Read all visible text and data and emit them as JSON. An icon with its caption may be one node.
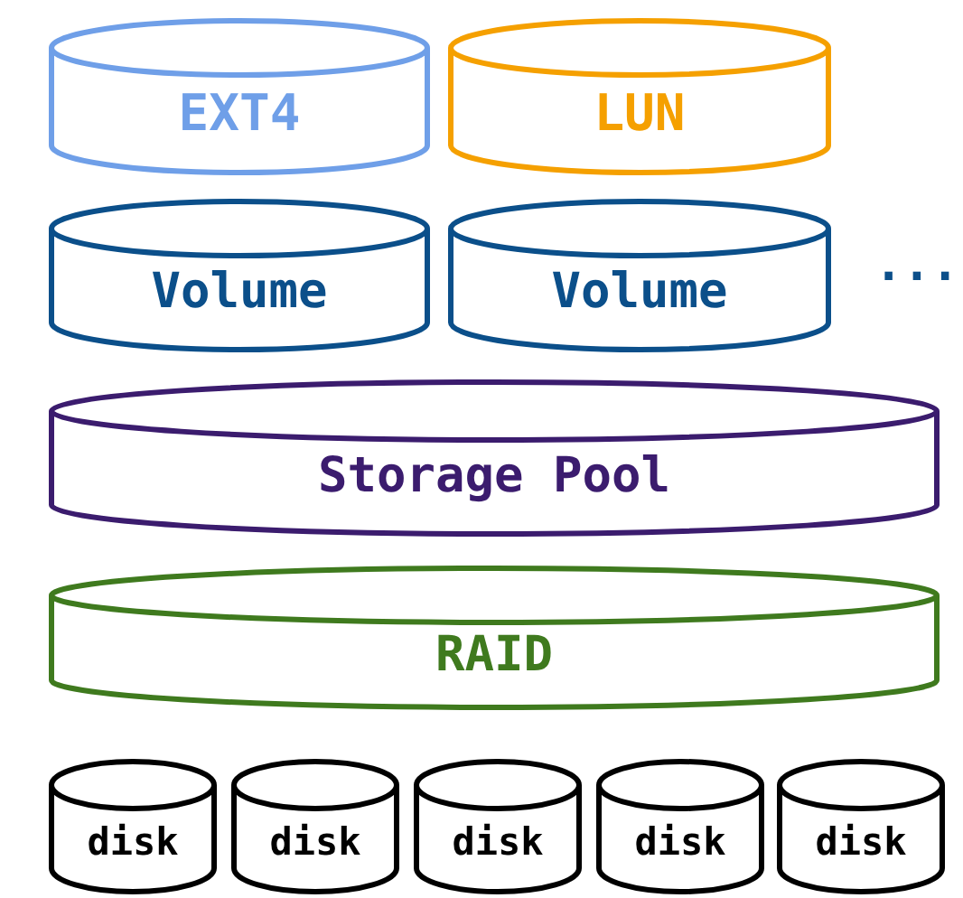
{
  "diagram": {
    "nodes": [
      {
        "text": [
          "EXT4"
        ]
      },
      {
        "text": [
          "LUN"
        ]
      },
      {
        "text": [
          "Volume"
        ]
      },
      {
        "text": [
          "Volume"
        ]
      },
      {
        "text": [
          "Storage Pool"
        ]
      },
      {
        "text": [
          "RAID"
        ]
      },
      {
        "text": [
          "disk"
        ]
      },
      {
        "text": [
          "disk"
        ]
      },
      {
        "text": [
          "disk"
        ]
      },
      {
        "text": [
          "disk"
        ]
      },
      {
        "text": [
          "disk"
        ]
      }
    ],
    "labels": [
      "..."
    ]
  }
}
